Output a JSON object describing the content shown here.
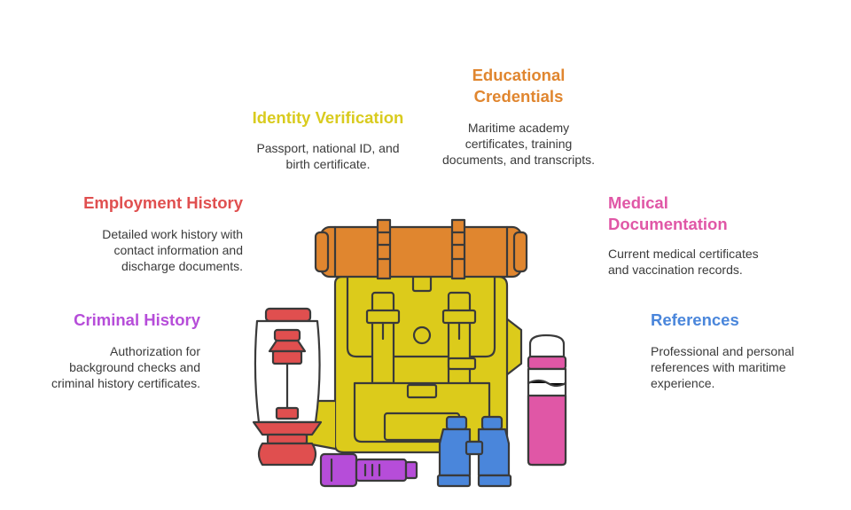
{
  "colors": {
    "educational": "#E0862F",
    "identity": "#D9CB1E",
    "employment": "#E04F4F",
    "medical": "#E057A6",
    "criminal": "#B64DD9",
    "references": "#4A86DB",
    "outline": "#3a3a3a",
    "backpack": "#DCCB1B",
    "bedroll": "#E0862F"
  },
  "items": {
    "educational": {
      "title_line1": "Educational",
      "title_line2": "Credentials",
      "desc_line1": "Maritime academy",
      "desc_line2": "certificates, training",
      "desc_line3": "documents, and transcripts."
    },
    "identity": {
      "title_line1": "Identity Verification",
      "desc_line1": "Passport, national ID, and",
      "desc_line2": "birth certificate."
    },
    "employment": {
      "title_line1": "Employment History",
      "desc_line1": "Detailed work history with",
      "desc_line2": "contact information and",
      "desc_line3": "discharge documents."
    },
    "medical": {
      "title_line1": "Medical",
      "title_line2": "Documentation",
      "desc_line1": "Current medical certificates",
      "desc_line2": "and vaccination records."
    },
    "criminal": {
      "title_line1": "Criminal History",
      "desc_line1": "Authorization for",
      "desc_line2": "background checks and",
      "desc_line3": "criminal history certificates."
    },
    "references": {
      "title_line1": "References",
      "desc_line1": "Professional and personal",
      "desc_line2": "references with maritime",
      "desc_line3": "experience."
    }
  }
}
